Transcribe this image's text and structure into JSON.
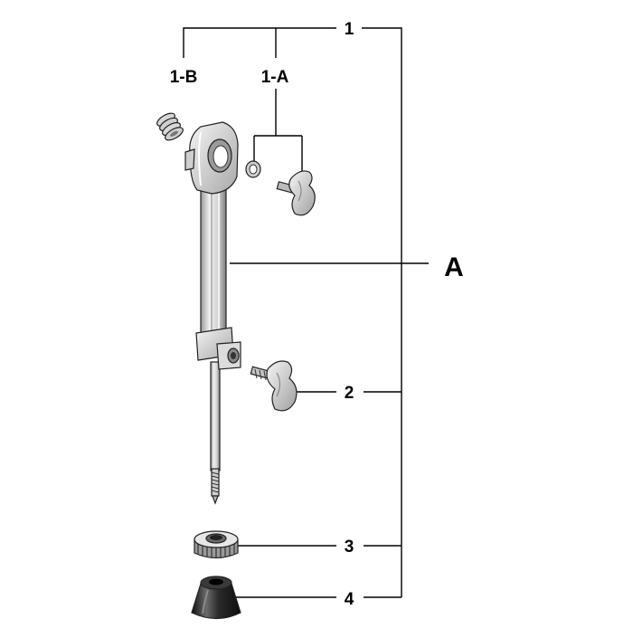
{
  "diagram": {
    "labels": {
      "item_1": "1",
      "item_1a": "1-A",
      "item_1b": "1-B",
      "item_a": "A",
      "item_2": "2",
      "item_3": "3",
      "item_4": "4"
    },
    "parts": [
      "rod-assembly",
      "spring",
      "washer",
      "wing-screw-small",
      "wing-screw",
      "knurled-nut",
      "rubber-foot"
    ],
    "colors": {
      "line": "#000000",
      "part_light": "#eaeaea",
      "part_mid": "#bdbdbd",
      "part_dark": "#555555",
      "foot": "#2b2b2b"
    }
  }
}
